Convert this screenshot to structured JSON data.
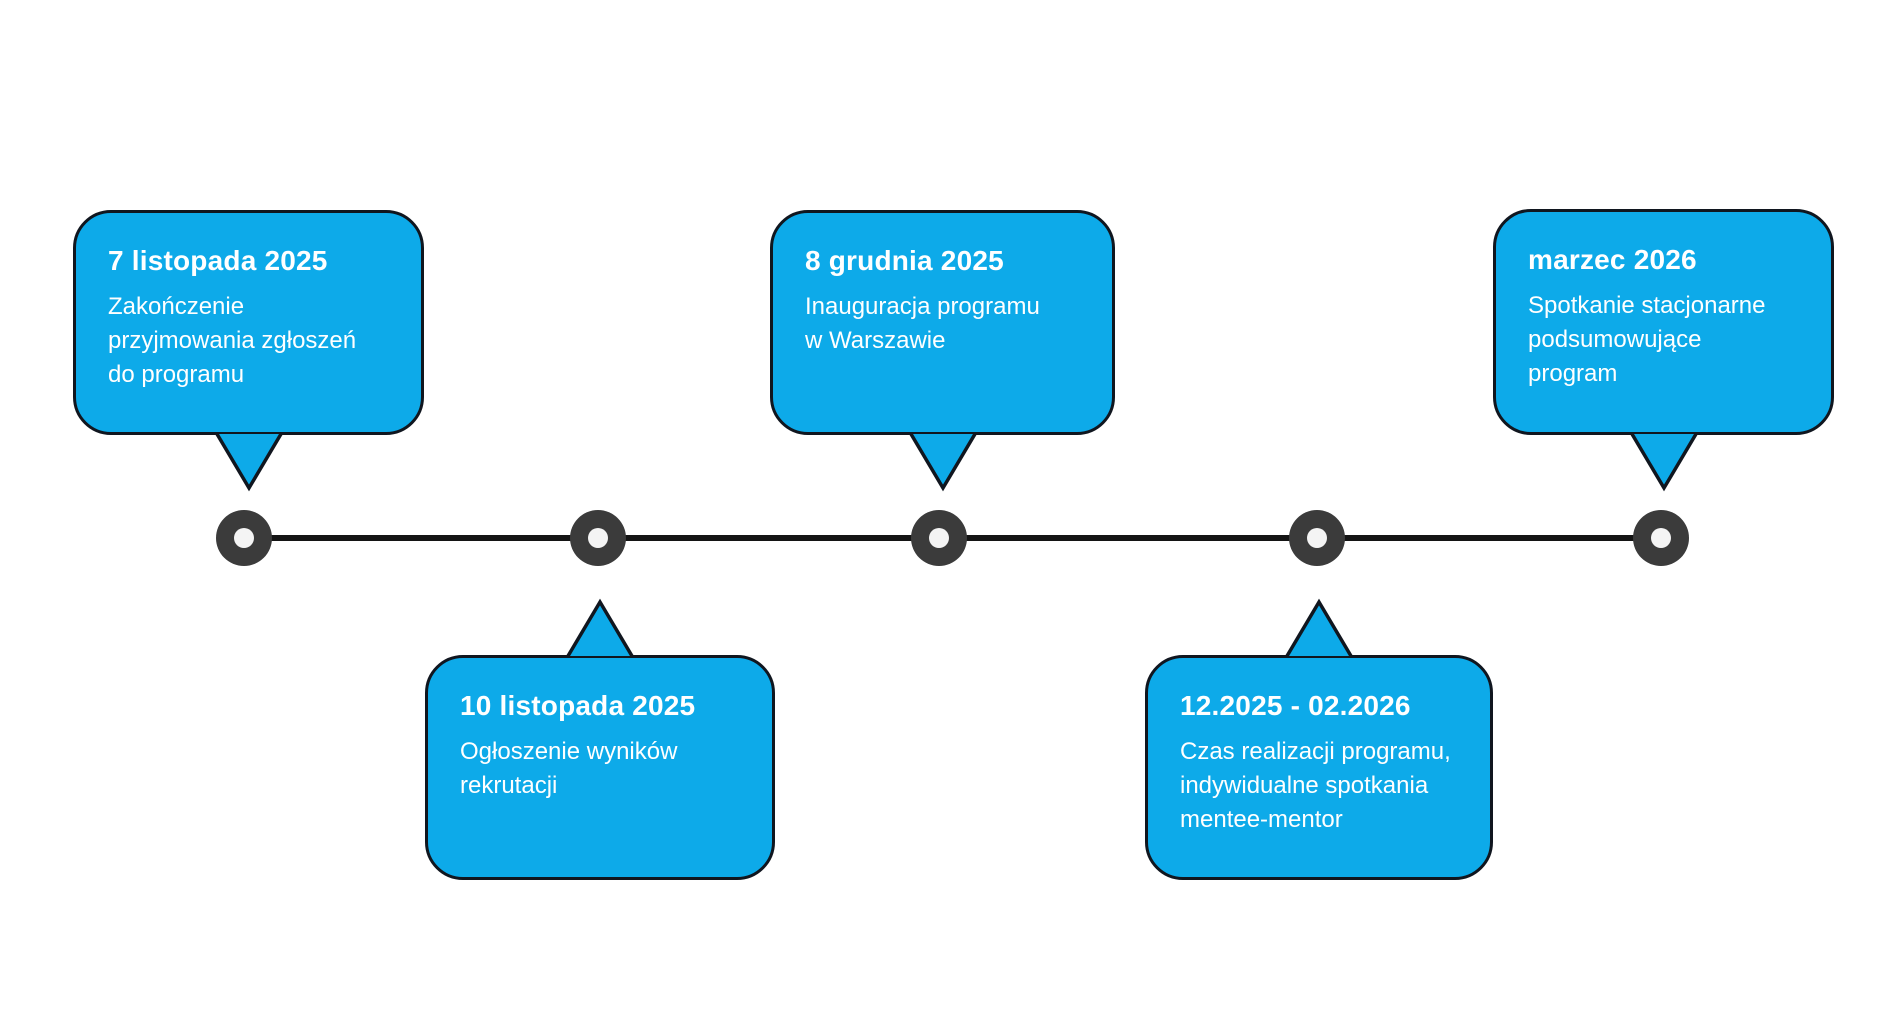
{
  "diagram": {
    "type": "timeline",
    "orientation": "horizontal",
    "node_count": 5
  },
  "colors": {
    "canvas_bg": "#ffffff",
    "bubble_fill": "#0daae9",
    "bubble_border": "#10161f",
    "line_color": "#141414",
    "node_ring": "#3b3b3b",
    "node_hole": "#f4f4f4",
    "text_color": "#ffffff"
  },
  "timeline": {
    "events": [
      {
        "date": "7 listopada 2025",
        "description": "Zakończenie\nprzyjmowania zgłoszeń\ndo programu",
        "position": "above"
      },
      {
        "date": "10 listopada 2025",
        "description": "Ogłoszenie wyników\nrekrutacji",
        "position": "below"
      },
      {
        "date": "8 grudnia 2025",
        "description": "Inauguracja programu\nw Warszawie",
        "position": "above"
      },
      {
        "date": "12.2025 - 02.2026",
        "description": "Czas realizacji programu,\nindywidualne spotkania\nmentee-mentor",
        "position": "below"
      },
      {
        "date": "marzec 2026",
        "description": "Spotkanie stacjonarne\npodsumowujące\nprogram",
        "position": "above"
      }
    ]
  }
}
